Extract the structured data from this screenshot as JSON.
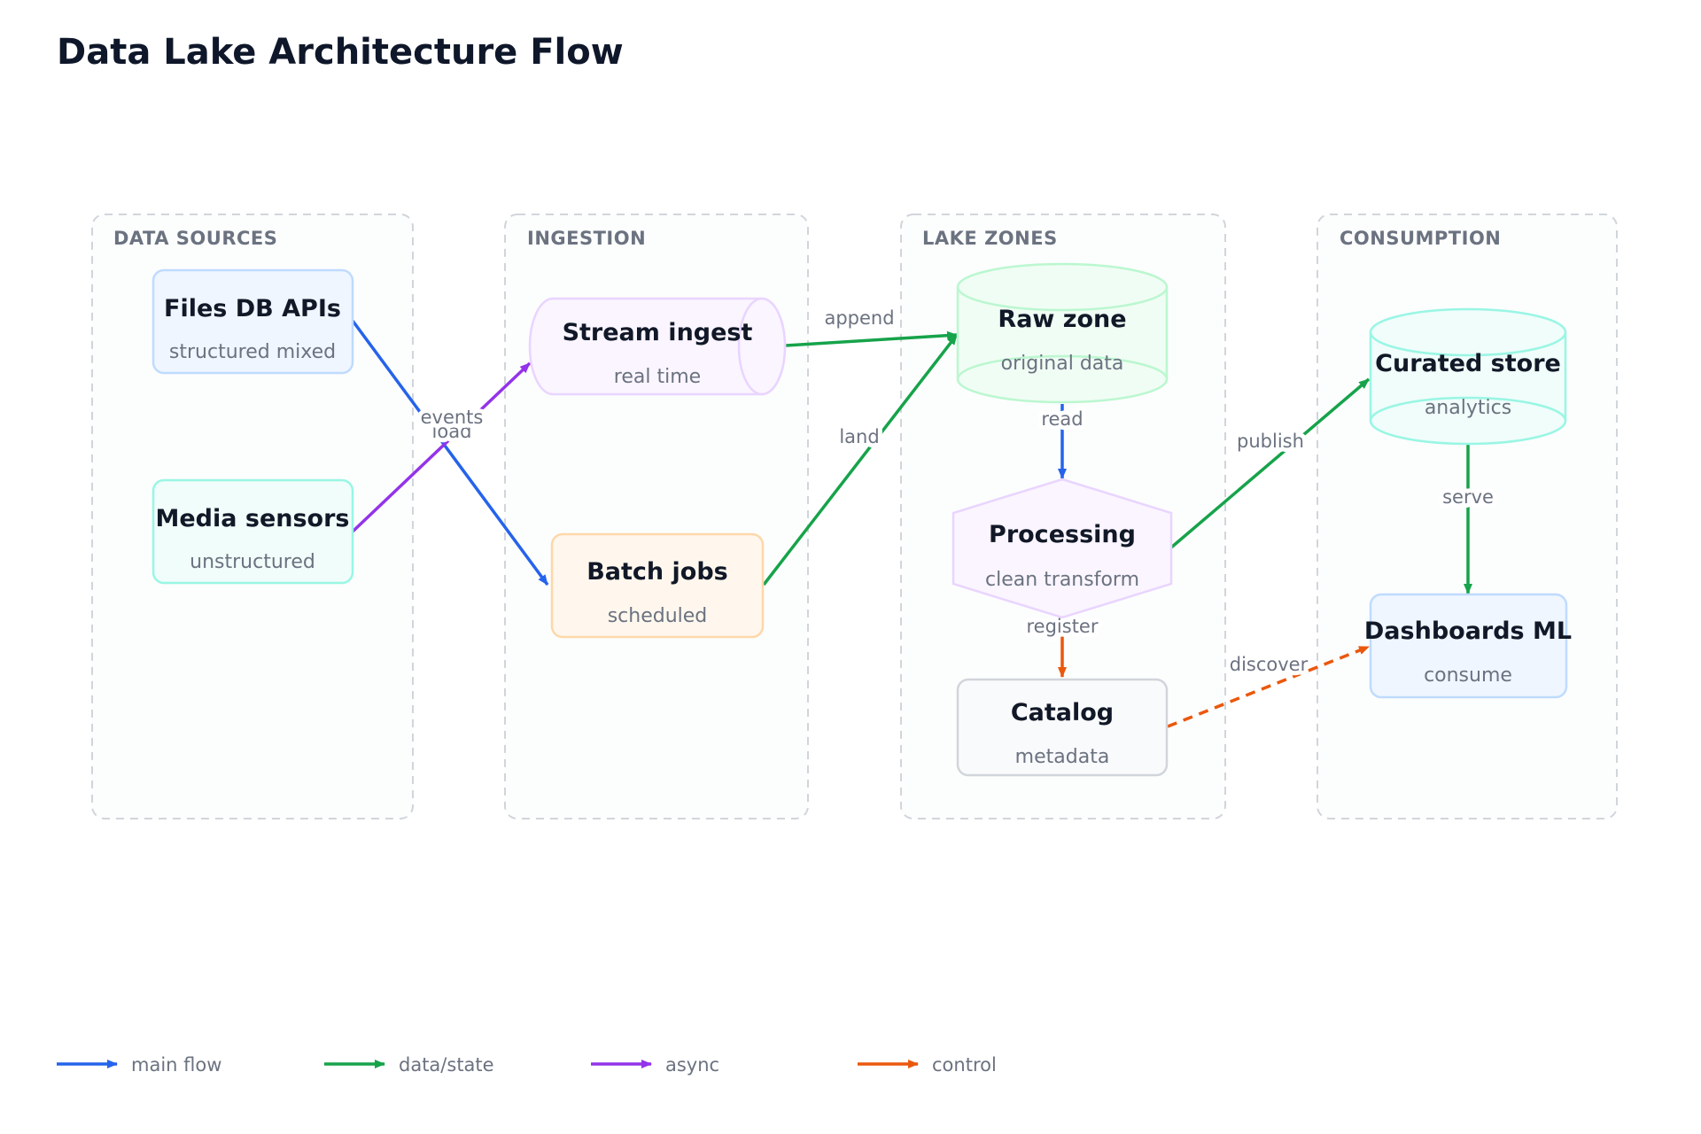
{
  "title": "Data Lake Architecture Flow",
  "colors": {
    "main": "#2563eb",
    "data": "#16a34a",
    "async": "#9333ea",
    "control": "#ea580c"
  },
  "lanes": [
    {
      "id": "sources",
      "label": "DATA SOURCES"
    },
    {
      "id": "ingestion",
      "label": "INGESTION"
    },
    {
      "id": "lake",
      "label": "LAKE ZONES"
    },
    {
      "id": "consumption",
      "label": "CONSUMPTION"
    }
  ],
  "nodes": [
    {
      "id": "files",
      "title": "Files DB APIs",
      "subtitle": "structured mixed"
    },
    {
      "id": "media",
      "title": "Media sensors",
      "subtitle": "unstructured"
    },
    {
      "id": "stream",
      "title": "Stream ingest",
      "subtitle": "real time"
    },
    {
      "id": "batch",
      "title": "Batch jobs",
      "subtitle": "scheduled"
    },
    {
      "id": "raw",
      "title": "Raw zone",
      "subtitle": "original data"
    },
    {
      "id": "processing",
      "title": "Processing",
      "subtitle": "clean transform"
    },
    {
      "id": "catalog",
      "title": "Catalog",
      "subtitle": "metadata"
    },
    {
      "id": "curated",
      "title": "Curated store",
      "subtitle": "analytics"
    },
    {
      "id": "dashboards",
      "title": "Dashboards ML",
      "subtitle": "consume"
    }
  ],
  "edges": [
    {
      "from": "files",
      "to": "batch",
      "label": "load",
      "kind": "main"
    },
    {
      "from": "media",
      "to": "stream",
      "label": "events",
      "kind": "async"
    },
    {
      "from": "stream",
      "to": "raw",
      "label": "append",
      "kind": "data"
    },
    {
      "from": "batch",
      "to": "raw",
      "label": "land",
      "kind": "data"
    },
    {
      "from": "raw",
      "to": "processing",
      "label": "read",
      "kind": "main"
    },
    {
      "from": "processing",
      "to": "curated",
      "label": "publish",
      "kind": "data"
    },
    {
      "from": "processing",
      "to": "catalog",
      "label": "register",
      "kind": "control"
    },
    {
      "from": "curated",
      "to": "dashboards",
      "label": "serve",
      "kind": "data"
    },
    {
      "from": "catalog",
      "to": "dashboards",
      "label": "discover",
      "kind": "control"
    }
  ],
  "legend": [
    {
      "kind": "main",
      "label": "main flow"
    },
    {
      "kind": "data",
      "label": "data/state"
    },
    {
      "kind": "async",
      "label": "async"
    },
    {
      "kind": "control",
      "label": "control"
    }
  ]
}
